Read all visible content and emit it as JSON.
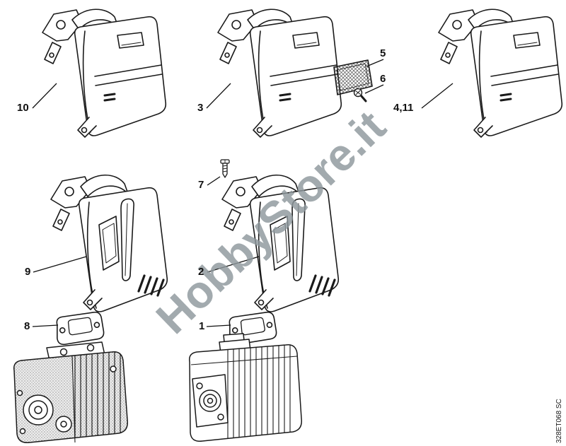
{
  "diagram": {
    "watermark": "HobbyStore.it",
    "doc_code": "328ET068 SC",
    "callouts": [
      {
        "label": "10"
      },
      {
        "label": "3"
      },
      {
        "label": "5"
      },
      {
        "label": "6"
      },
      {
        "label": "4,11"
      },
      {
        "label": "7"
      },
      {
        "label": "9"
      },
      {
        "label": "2"
      },
      {
        "label": "8"
      },
      {
        "label": "1"
      }
    ],
    "colors": {
      "line": "#1a1a1a",
      "watermark": "#8e989d",
      "background": "#ffffff"
    }
  }
}
